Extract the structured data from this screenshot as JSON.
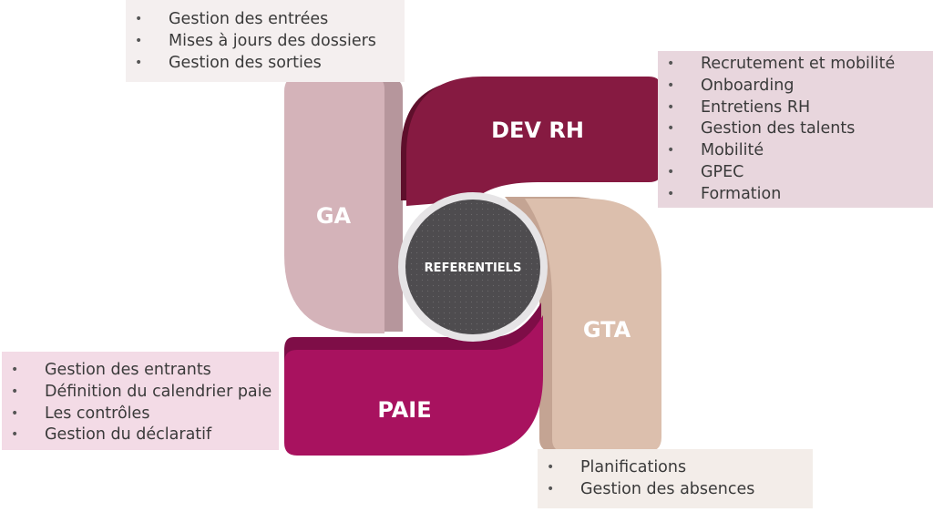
{
  "center": {
    "label": "REFERENTIELS"
  },
  "segments": {
    "ga": {
      "label": "GA",
      "color": "#d4b3b9"
    },
    "devrh": {
      "label": "DEV RH",
      "color": "#861a41"
    },
    "gta": {
      "label": "GTA",
      "color": "#dcbfad"
    },
    "paie": {
      "label": "PAIE",
      "color": "#a8125f"
    }
  },
  "lists": {
    "ga": [
      "Gestion des entrées",
      "Mises à jours des dossiers",
      "Gestion des sorties"
    ],
    "devrh": [
      "Recrutement et mobilité",
      "Onboarding",
      "Entretiens RH",
      "Gestion des talents",
      "Mobilité",
      "GPEC",
      "Formation"
    ],
    "paie": [
      "Gestion des entrants",
      "Définition du calendrier paie",
      "Les contrôles",
      "Gestion du déclaratif"
    ],
    "gta": [
      "Planifications",
      "Gestion des absences"
    ]
  },
  "colors": {
    "center_fill": "#4e4c4f",
    "center_ring": "#e6e4e6",
    "ga_box": "#f4efef",
    "devrh_box": "#e8d6dd",
    "paie_box": "#f3dbe6",
    "gta_box": "#f3ede9"
  }
}
